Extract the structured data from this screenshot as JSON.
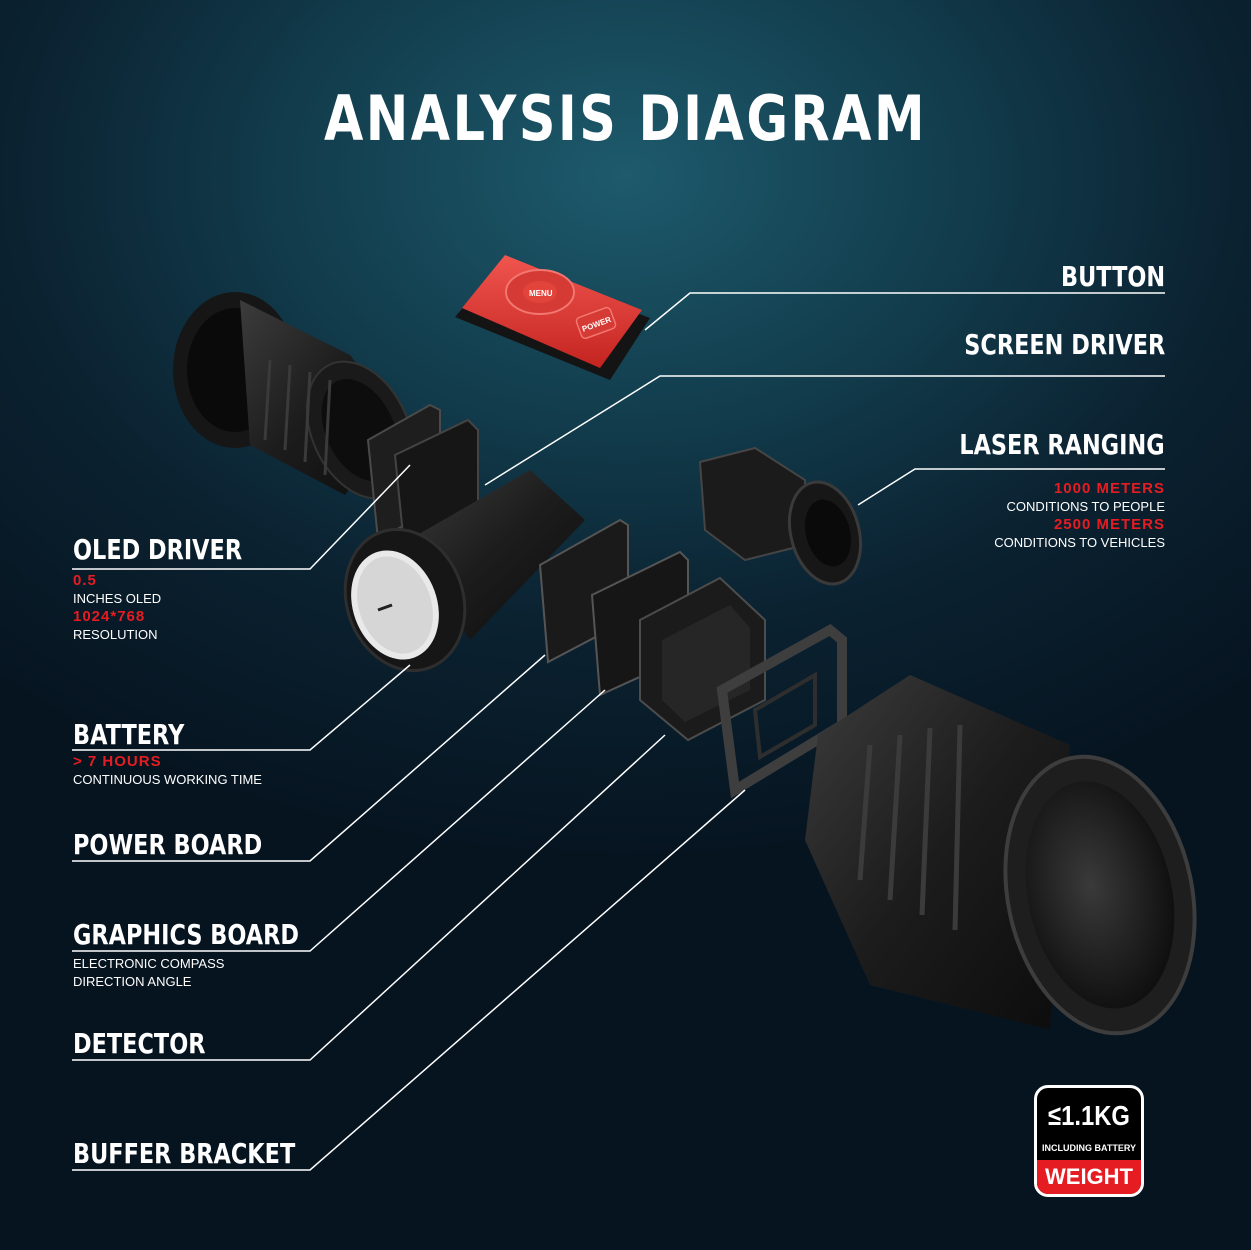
{
  "title": "ANALYSIS DIAGRAM",
  "labels": {
    "button": "BUTTON",
    "screen_driver": "SCREEN DRIVER",
    "laser_ranging": "LASER RANGING",
    "oled_driver": "OLED DRIVER",
    "battery": "BATTERY",
    "power_board": "POWER BOARD",
    "graphics_board": "GRAPHICS BOARD",
    "detector": "DETECTOR",
    "buffer_bracket": "BUFFER BRACKET"
  },
  "laser": {
    "range1": "1000  METERS",
    "range1_note": "CONDITIONS TO PEOPLE",
    "range2": "2500  METERS",
    "range2_note": "CONDITIONS TO VEHICLES"
  },
  "oled": {
    "size": "0.5",
    "size_note": "INCHES OLED",
    "resolution": "1024*768",
    "resolution_note": "RESOLUTION"
  },
  "battery": {
    "hours": "> 7 HOURS",
    "note": "CONTINUOUS  WORKING TIME"
  },
  "graphics": {
    "line1": "ELECTRONIC COMPASS",
    "line2": "DIRECTION ANGLE"
  },
  "button_keys": {
    "power": "POWER",
    "center": "MENU"
  },
  "badge": {
    "weight": "≤1.1KG",
    "note": "INCLUDING BATTERY",
    "label": "WEIGHT"
  },
  "colors": {
    "accent": "#e51d22",
    "background": "#0b2231",
    "text": "#ffffff"
  }
}
